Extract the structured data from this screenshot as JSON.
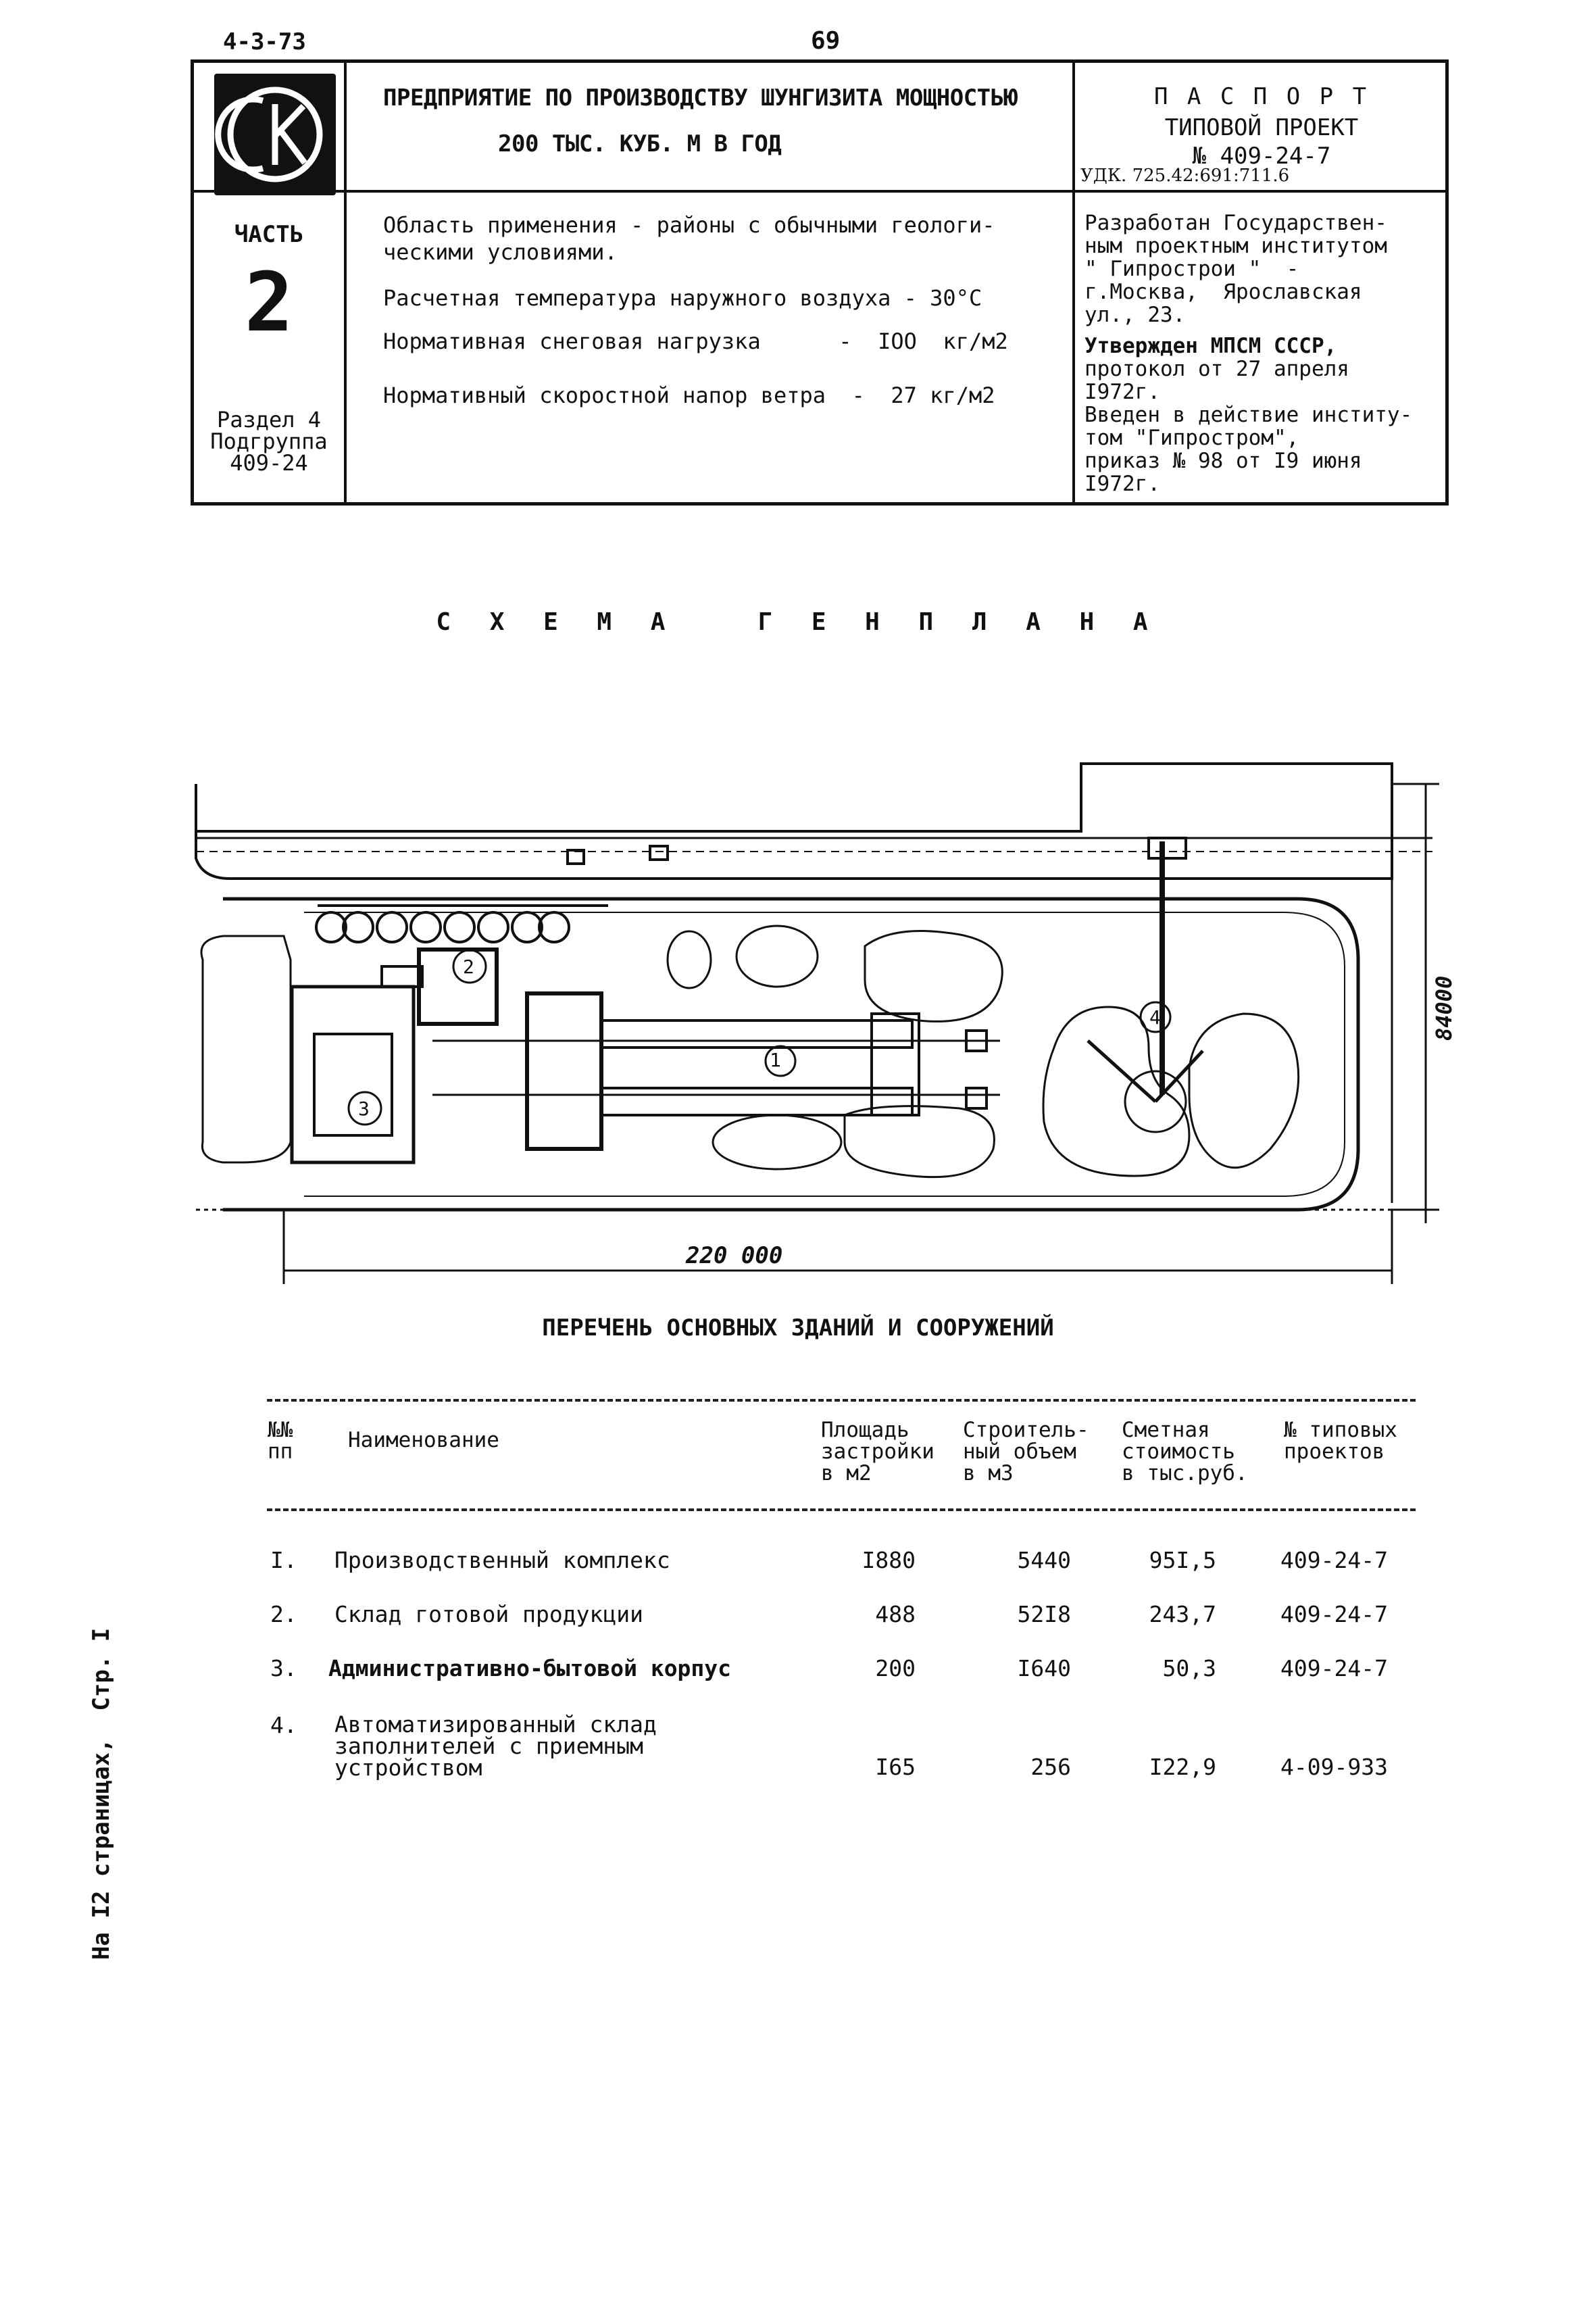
{
  "header": {
    "doc_code": "4-3-73",
    "page_number": "69"
  },
  "logo": {
    "letters": "СК"
  },
  "title_block": {
    "enterprise_line1": "ПРЕДПРИЯТИЕ ПО ПРОИЗВОДСТВУ ШУНГИЗИТА МОЩНОСТЬЮ",
    "enterprise_line2": "200 ТЫС. КУБ. М  В  ГОД",
    "passport": "П А С П О Р Т",
    "typical_project": "ТИПОВОЙ ПРОЕКТ",
    "project_no": "№ 409-24-7",
    "udk": "УДК. 725.42:691:711.6",
    "part_label": "ЧАСТЬ",
    "part_number": "2",
    "section": "Раздел 4",
    "subgroup": "Подгруппа",
    "subgroup_no": "409-24",
    "conditions": [
      "Область применения - районы с обычными геологи-",
      "ческими условиями.",
      "Расчетная температура наружного воздуха - 30°С",
      "Нормативная снеговая нагрузка      -  IOO  кг/м2",
      "Нормативный скоростной напор ветра  -  27 кг/м2"
    ],
    "developer": [
      "Разработан Государствен-",
      "ным проектным институтом",
      "\" Гипрострои \"  -",
      "г.Москва,  Ярославская",
      "ул., 23."
    ],
    "approval": [
      "Утвержден МПСМ СССР,",
      "протокол от 27 апреля",
      "I972г.",
      "Введен в действие институ-",
      "том \"Гипростром\",",
      "приказ № 98 от I9 июня",
      "I972г."
    ]
  },
  "site_plan": {
    "title": "С Х Е М А   Г Е Н П Л А Н А",
    "width_dim": "220 000",
    "height_dim": "84000",
    "markers": [
      "1",
      "2",
      "3",
      "4"
    ]
  },
  "buildings": {
    "title": "ПЕРЕЧЕНЬ ОСНОВНЫХ ЗДАНИЙ И СООРУЖЕНИЙ",
    "columns": {
      "no": [
        "№№",
        "пп"
      ],
      "name": [
        "Наименование"
      ],
      "area": [
        "Площадь",
        "застройки",
        "в м2"
      ],
      "volume": [
        "Строитель-",
        "ный объем",
        "в м3"
      ],
      "cost": [
        "Сметная",
        "стоимость",
        "в тыс.руб."
      ],
      "project": [
        "№ типовых",
        "проектов"
      ]
    },
    "rows": [
      {
        "no": "I.",
        "name": [
          "Производственный комплекс"
        ],
        "area": "I880",
        "volume": "5440",
        "cost": "95I,5",
        "project": "409-24-7"
      },
      {
        "no": "2.",
        "name": [
          "Склад готовой продукции"
        ],
        "area": "488",
        "volume": "52I8",
        "cost": "243,7",
        "project": "409-24-7"
      },
      {
        "no": "3.",
        "name": [
          "Административно-бытовой корпус"
        ],
        "area": "200",
        "volume": "I640",
        "cost": "50,3",
        "project": "409-24-7"
      },
      {
        "no": "4.",
        "name": [
          "Автоматизированный склад",
          "заполнителей с приемным",
          "устройством"
        ],
        "area": "I65",
        "volume": "256",
        "cost": "I22,9",
        "project": "4-09-933"
      }
    ]
  },
  "side_note": "На I2 страницах,  Стр. I"
}
